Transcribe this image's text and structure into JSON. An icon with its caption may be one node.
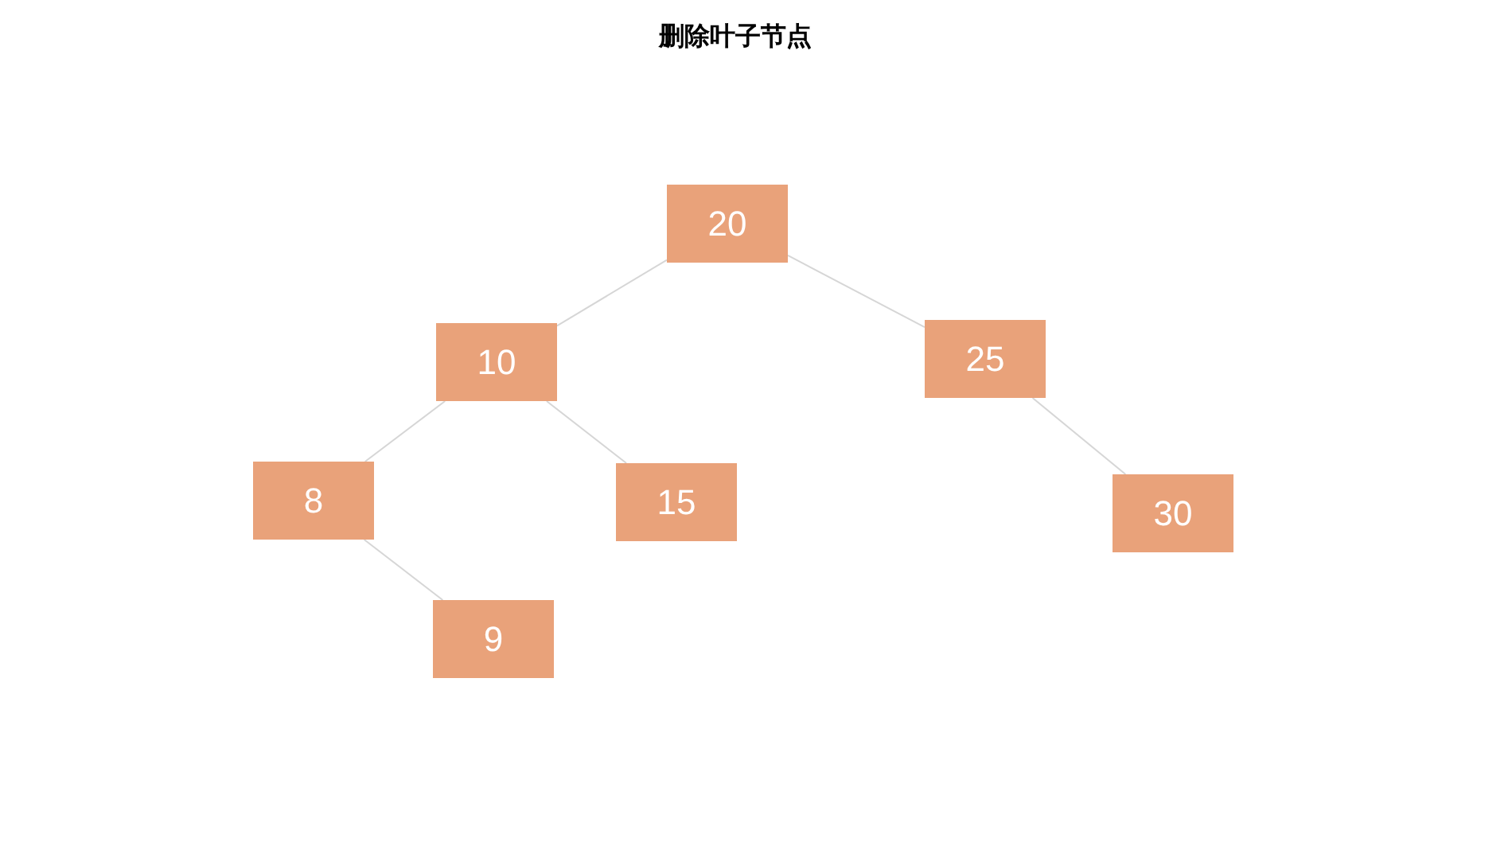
{
  "diagram": {
    "title": "删除叶子节点",
    "nodes": [
      {
        "text": [
          "20"
        ]
      },
      {
        "text": [
          "10"
        ]
      },
      {
        "text": [
          "25"
        ]
      },
      {
        "text": [
          "8"
        ]
      },
      {
        "text": [
          "15"
        ]
      },
      {
        "text": [
          "30"
        ]
      },
      {
        "text": [
          "9"
        ]
      }
    ],
    "edges": [
      {
        "from": 0,
        "to": 1,
        "arrow": "none"
      },
      {
        "from": 0,
        "to": 2,
        "arrow": "none"
      },
      {
        "from": 1,
        "to": 3,
        "arrow": "none"
      },
      {
        "from": 1,
        "to": 4,
        "arrow": "none"
      },
      {
        "from": 2,
        "to": 5,
        "arrow": "none"
      },
      {
        "from": 3,
        "to": 6,
        "arrow": "none"
      }
    ]
  }
}
